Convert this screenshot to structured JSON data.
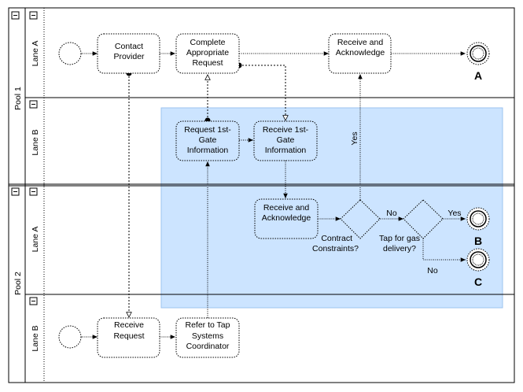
{
  "pools": [
    {
      "id": "pool1",
      "label": "Pool 1"
    },
    {
      "id": "pool2",
      "label": "Pool 2"
    }
  ],
  "lanes": [
    {
      "id": "p1-lane-a",
      "label": "Lane A"
    },
    {
      "id": "p1-lane-b",
      "label": "Lane B"
    },
    {
      "id": "p2-lane-a",
      "label": "Lane A"
    },
    {
      "id": "p2-lane-b",
      "label": "Lane B"
    }
  ],
  "collapse_glyph": "−",
  "tasks": {
    "contact_provider": [
      "Contact",
      "Provider"
    ],
    "complete_request": [
      "Complete",
      "Appropriate",
      "Request"
    ],
    "receive_ack_top": [
      "Receive and",
      "Acknowledge"
    ],
    "request_gate": [
      "Request 1st-",
      "Gate",
      "Information"
    ],
    "receive_gate": [
      "Receive 1st-",
      "Gate",
      "Information"
    ],
    "receive_ack_mid": [
      "Receive and",
      "Acknowledge"
    ],
    "receive_request": [
      "Receive",
      "Request"
    ],
    "refer_tap": [
      "Refer to Tap",
      "Systems",
      "Coordinator"
    ]
  },
  "gateways": {
    "contract_constraints": [
      "Contract",
      "Constraints?"
    ],
    "tap_gas": [
      "Tap for gas",
      "delivery?"
    ]
  },
  "end_events": {
    "a": "A",
    "b": "B",
    "c": "C"
  },
  "flow_labels": {
    "yes_vertical": "Yes",
    "no_gw1": "No",
    "yes_gw2": "Yes",
    "no_gw2": "No"
  },
  "colors": {
    "selection_fill": "#cce4ff",
    "selection_stroke": "#9cc3ef",
    "line": "#000000"
  }
}
